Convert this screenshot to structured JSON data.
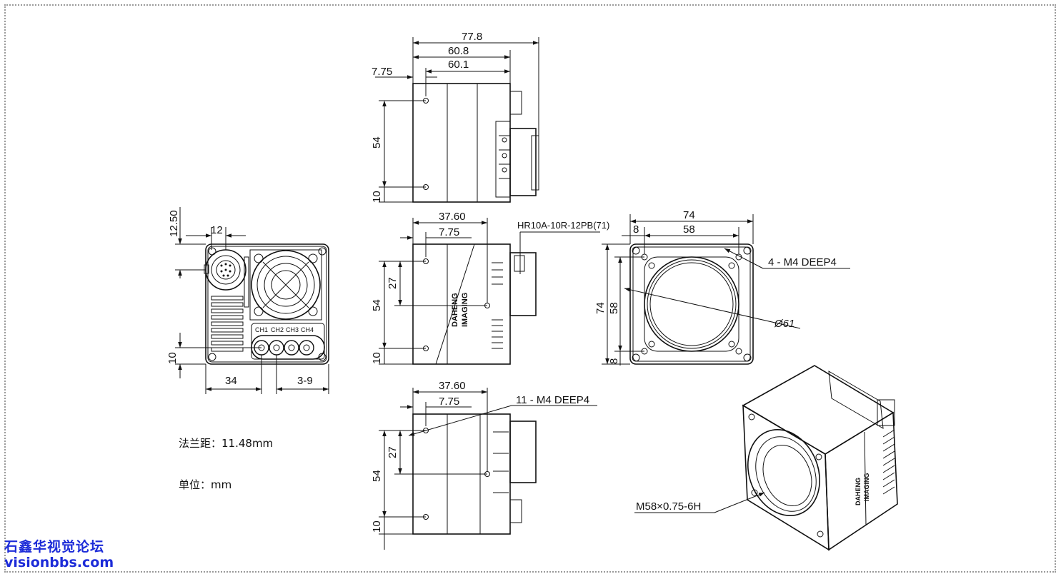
{
  "top_view": {
    "dim_total": "77.8",
    "dim_mid": "60.8",
    "dim_body": "60.1",
    "dim_left": "7.75",
    "dim_height": "54",
    "dim_bottom": "10"
  },
  "side_view": {
    "dim_width": "37.60",
    "dim_offset": "7.75",
    "connector_label": "HR10A-10R-12PB(71)",
    "dim_upper": "27",
    "dim_height": "54",
    "dim_bottom": "10",
    "logo_line1": "DAHENG",
    "logo_line2": "IMAGING"
  },
  "bottom_view": {
    "dim_width": "37.60",
    "dim_offset": "7.75",
    "holes_label": "11 - M4 DEEP4",
    "dim_upper": "27",
    "dim_height": "54",
    "dim_bottom": "10"
  },
  "back_view": {
    "dim_top": "12.50",
    "dim_connector": "12",
    "dim_left": "34",
    "dim_right": "3-9",
    "dim_bottom": "10",
    "channels": [
      "CH1",
      "CH2",
      "CH3",
      "CH4"
    ]
  },
  "front_view": {
    "dim_width": "74",
    "dim_inner": "58",
    "dim_margin": "8",
    "dim_height": "74",
    "dim_inner_v": "58",
    "dim_margin_v": "8",
    "holes_label": "4 - M4 DEEP4",
    "diameter_label": "Ø61"
  },
  "iso_view": {
    "thread_label": "M58×0.75-6H"
  },
  "notes": {
    "flange": "法兰距：11.48mm",
    "unit": "单位：mm"
  },
  "watermark": {
    "line1": "石鑫华视觉论坛",
    "line2": "visionbbs.com"
  }
}
